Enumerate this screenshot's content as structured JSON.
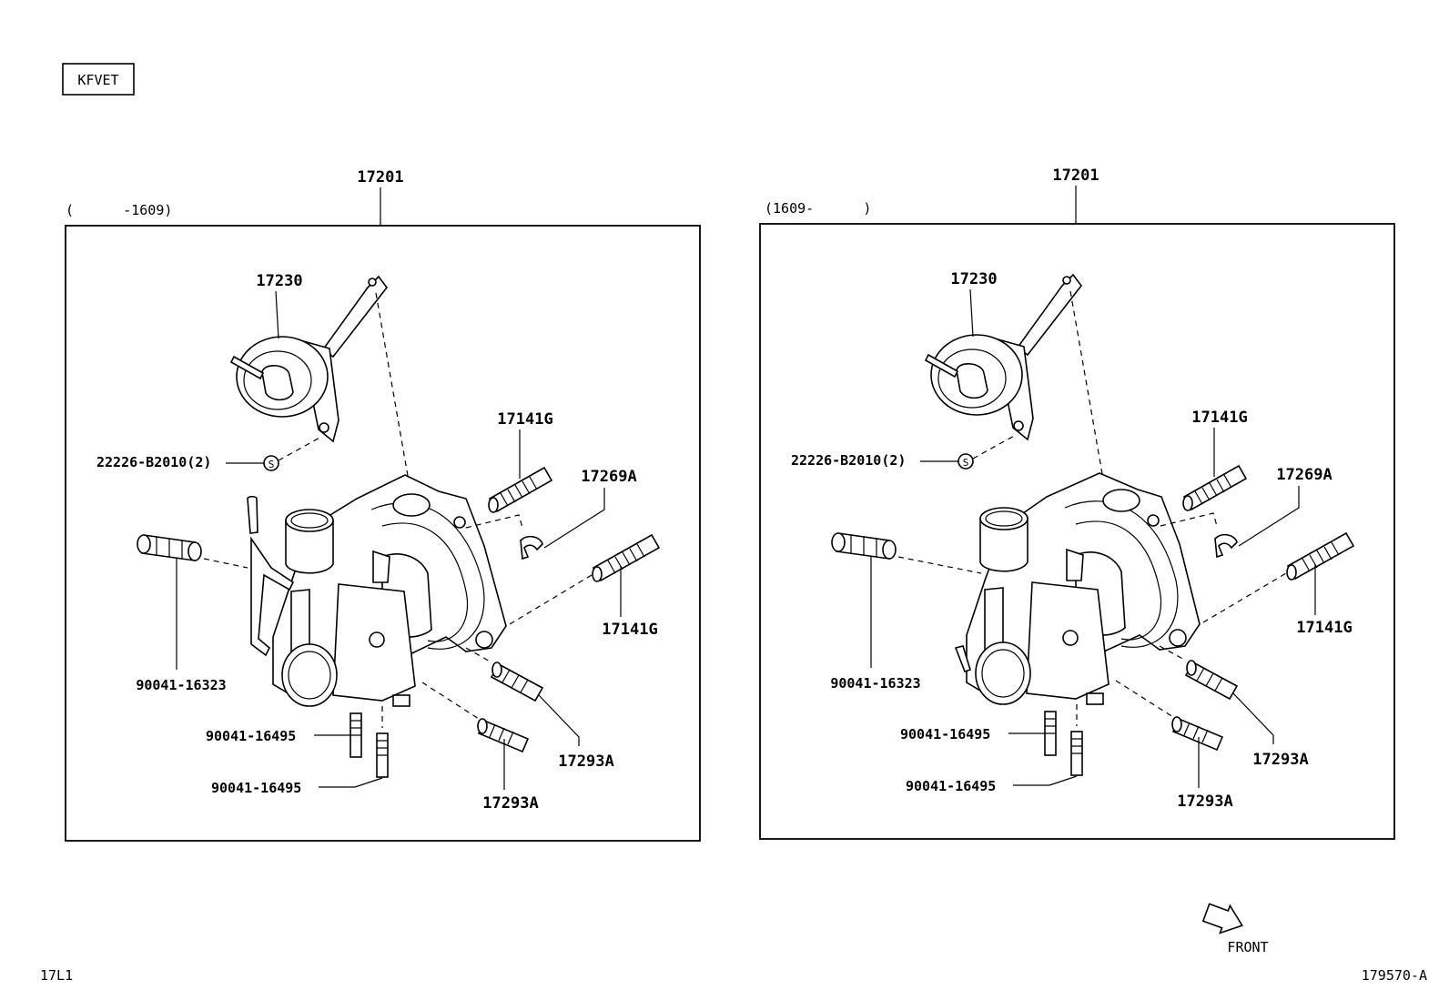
{
  "engine_code": "KFVET",
  "page_code": "17L1",
  "figure_code": "179570-A",
  "front_label": "FRONT",
  "panels": [
    {
      "assembly": "17201",
      "date_range": "(      -1609)",
      "labels": {
        "actuator": "17230",
        "clip": "22226-B2010(2)",
        "stud_upper": "17141G",
        "e_ring": "17269A",
        "stud_right": "17141G",
        "hose_union": "90041-16323",
        "plug_a": "90041-16495",
        "plug_b": "90041-16495",
        "stud_lower_right": "17293A",
        "stud_lower": "17293A"
      }
    },
    {
      "assembly": "17201",
      "date_range": "(1609-      )",
      "labels": {
        "actuator": "17230",
        "clip": "22226-B2010(2)",
        "stud_upper": "17141G",
        "e_ring": "17269A",
        "stud_right": "17141G",
        "hose_union": "90041-16323",
        "plug_a": "90041-16495",
        "plug_b": "90041-16495",
        "stud_lower_right": "17293A",
        "stud_lower": "17293A"
      }
    }
  ]
}
